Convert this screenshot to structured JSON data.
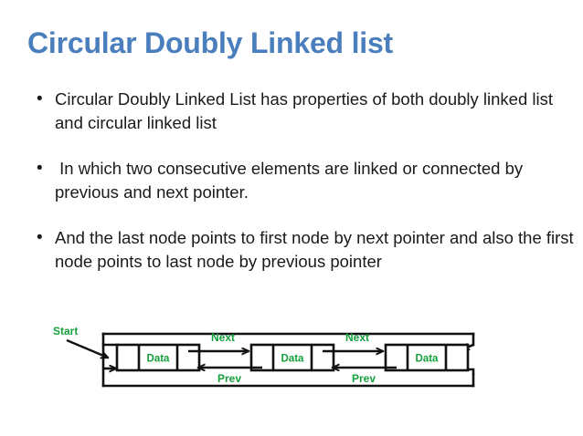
{
  "slide": {
    "title": "Circular Doubly Linked list",
    "title_color": "#4a7ebd",
    "background_color": "#ffffff",
    "body_text_color": "#1a1a1a"
  },
  "bullets": [
    {
      "marker": "•",
      "text": "Circular Doubly Linked List has properties of both doubly linked list and circular linked list"
    },
    {
      "marker": "•",
      "text": " In which two consecutive elements are linked or connected by previous and next pointer."
    },
    {
      "marker": "•",
      "text": "And the last node points to first node by next pointer and also the first node points to last node by previous pointer"
    }
  ],
  "diagram": {
    "accent_color": "#14a03c",
    "line_color": "#111111",
    "start_label": "Start",
    "nodes": [
      {
        "data_label": "Data"
      },
      {
        "data_label": "Data"
      },
      {
        "data_label": "Data"
      }
    ],
    "pointer_labels": [
      {
        "next": "Next",
        "prev": "Prev"
      },
      {
        "next": "Next",
        "prev": "Prev"
      }
    ]
  }
}
